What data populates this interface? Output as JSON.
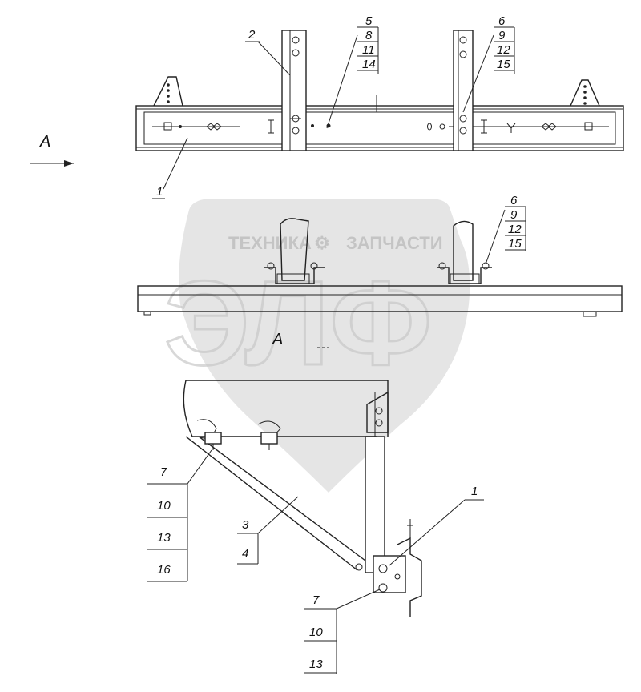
{
  "view_label": "A",
  "section_label": "A",
  "watermark": {
    "top_left": "ТЕХНИКА",
    "top_right": "ЗАПЧАСТИ",
    "big": "ЭЛФ"
  },
  "callouts": {
    "c1_top": "1",
    "c2": "2",
    "group_5": [
      "5",
      "8",
      "11",
      "14"
    ],
    "group_6_top": [
      "6",
      "9",
      "12",
      "15"
    ],
    "group_6_mid": [
      "6",
      "9",
      "12",
      "15"
    ],
    "group_7_left": [
      "7",
      "10",
      "13",
      "16"
    ],
    "group_3": [
      "3",
      "4"
    ],
    "c1_bottom": "1",
    "group_7_bottom": [
      "7",
      "10",
      "13"
    ]
  },
  "colors": {
    "line": "#222222",
    "watermark": "#c8c8c8"
  }
}
